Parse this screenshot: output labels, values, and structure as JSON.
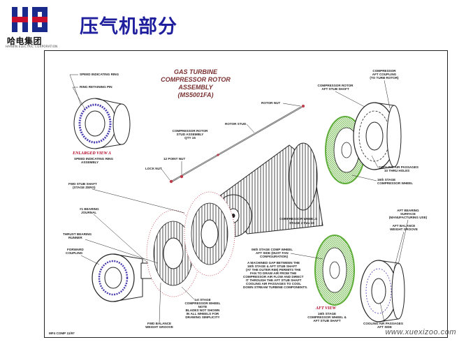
{
  "header": {
    "title": "压气机部分",
    "company": "哈电集团",
    "company_en": "HARBIN ELECTRIC CORPORATION"
  },
  "diagram": {
    "title_line1": "GAS TURBINE",
    "title_line2": "COMPRESSOR ROTOR",
    "title_line3": "ASSEMBLY",
    "title_line4": "(MS5001FA)",
    "labels": {
      "speed_ring": "SPEED INDICATING RING",
      "ring_pin": "RING RETAINING PIN",
      "enlarged_view": "ENLARGED VIEW A",
      "speed_ring_assy_1": "SPEED INDICATING RING",
      "speed_ring_assy_2": "ASSEMBLY",
      "rotor_nut": "ROTOR NUT",
      "rotor_stud": "ROTOR STUD",
      "stud_assy_1": "COMPRESSOR ROTOR",
      "stud_assy_2": "STUD ASSEMBLY",
      "stud_assy_3": "QTY 15",
      "twelve_point_nut": "12 POINT NUT",
      "lock_nut": "LOCK NUT",
      "fwd_stub_1": "FWD STUB SHAFT",
      "fwd_stub_2": "(STAGE ZERO)",
      "bearing_1": "#1 BEARING",
      "bearing_2": "JOURNAL",
      "thrust_1": "THRUST BEARING",
      "thrust_2": "RUNNER",
      "fwd_coupling_1": "FORWARD",
      "fwd_coupling_2": "COUPLING",
      "aft_stub_top_1": "COMPRESSOR ROTOR",
      "aft_stub_top_2": "AFT STUB SHAFT",
      "aft_coupling_1": "COMPRESSOR",
      "aft_coupling_2": "AFT COUPLING",
      "aft_coupling_3": "(TO TURB ROTOR)",
      "cooling_1": "COOLING AIR PASSAGES",
      "cooling_2": "10 THRU HOLES",
      "wheel16_1": "16th STAGE",
      "wheel16_2": "COMPRESSOR WHEEL",
      "comp_wheels_1": "COMPRESSOR WHEELS",
      "comp_wheels_2": "STAGE 2 thru 15",
      "note_1": "06th STAGE COMP WHEEL",
      "note_2": "AFT SIDE (DUST FAN",
      "note_3": "CONFIGURATION)",
      "note_4": "A MACHINED GAP BETWEEN THE",
      "note_5": "16th STAGE & AFT STUB SHAFT",
      "note_6": "(AT THE OUTER RIM) PERMITS THE",
      "note_7": "FAN TO DRAW AIR FROM THE",
      "note_8": "COMPRESSOR AIR FLOW AND DIRECT",
      "note_9": "IT THROUGH THE AFT STUB SHAFT",
      "note_10": "COOLING AIR PASSAGES TO COOL",
      "note_11": "DOWN STREAM TURBINE COMPONENTS.",
      "aft_view": "AFT VIEW",
      "aft_view_sub_1": "16th STAGE",
      "aft_view_sub_2": "COMPRESSOR WHEEL &",
      "aft_view_sub_3": "AFT STUB SHAFT",
      "bearing2_1": "AFT BEARING",
      "bearing2_2": "SURFACE",
      "bearing2_3": "(MANUFACTURING USE)",
      "balance_groove_1": "AFT BALANCE",
      "balance_groove_2": "WEIGHT GROOVE",
      "cooling_aft_1": "COOLING AIR PASSAGES",
      "cooling_aft_2": "AFT SIDE",
      "stage1_1": "1st STAGE",
      "stage1_2": "COMPRESSOR WHEEL",
      "stage1_3": "NOTE",
      "stage1_4": "BLADES NOT SHOWN",
      "stage1_5": "IN ALL WHEELS FOR",
      "stage1_6": "DRAWING SIMPLICITY",
      "fwd_balance_1": "FWD BALANCE",
      "fwd_balance_2": "WEIGHT GROOVE",
      "drawing_no": "MF4 COMP  11/97"
    }
  },
  "watermark": "www.xuexizoo.com",
  "colors": {
    "title": "#1f1f9e",
    "logo_blue": "#1a2a8c",
    "logo_red": "#c8102e",
    "diagram_title": "#7a3030",
    "view_red": "#b00020",
    "green_wheel": "#5fae3a",
    "blade_red": "#c03a4a"
  }
}
